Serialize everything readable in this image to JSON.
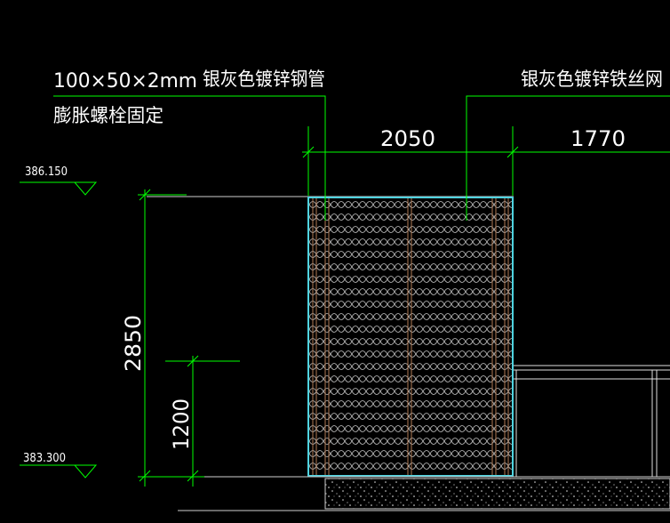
{
  "annotations": {
    "pipe_spec": "100×50×2mm",
    "pipe_material": "银灰色镀锌钢管",
    "bolt_note": "膨胀螺栓固定",
    "mesh_material": "银灰色镀锌铁丝网"
  },
  "dimensions": {
    "width_left": "2050",
    "width_right": "1770",
    "height_total": "2850",
    "height_lower": "1200"
  },
  "levels": {
    "top": "386.150",
    "bottom": "383.300"
  },
  "colors": {
    "background": "#000000",
    "dimension_line": "#00ff00",
    "outline": "#4fd3e0",
    "text": "#ffffff",
    "mesh": "#bfbfbf",
    "post": "#c08a60"
  }
}
